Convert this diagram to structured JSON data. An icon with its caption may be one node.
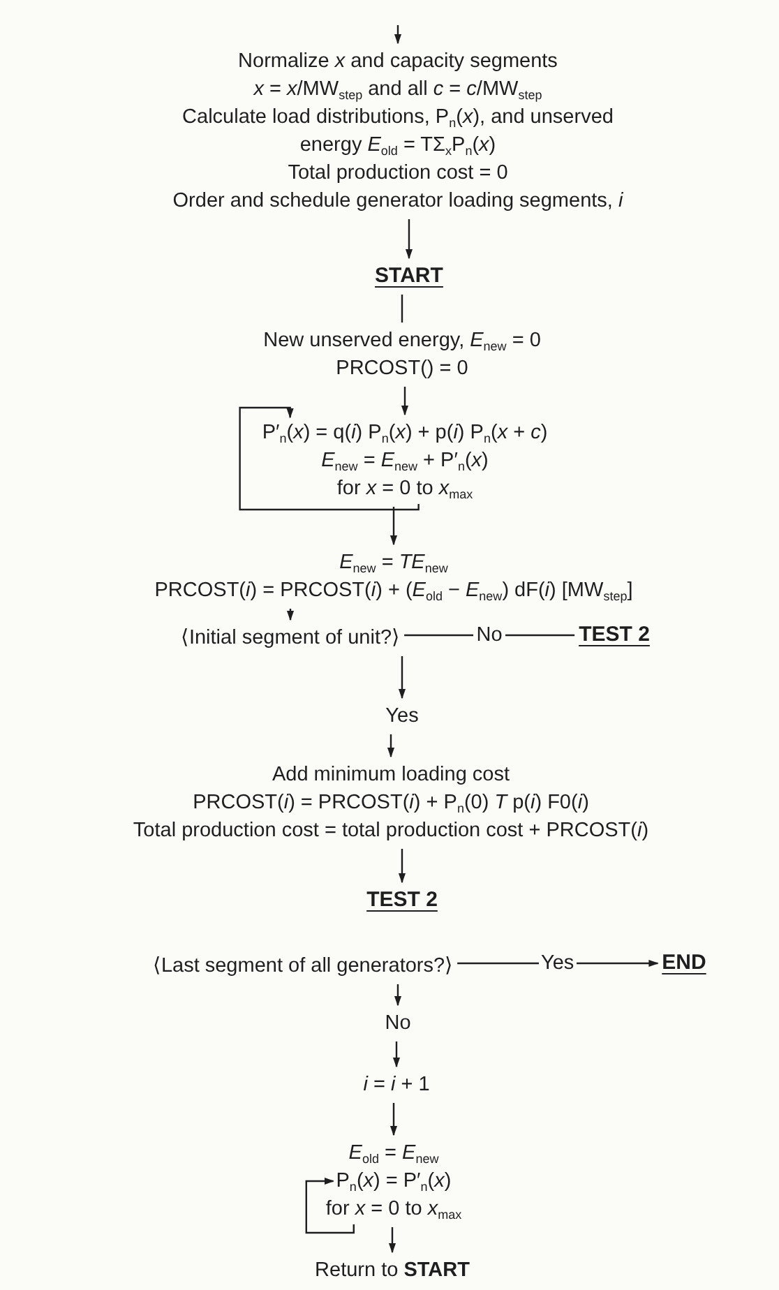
{
  "diagram": {
    "nodes": [
      {
        "text": [
          "Normalize *x* and capacity segments",
          "*x* = *x*/MW$_{step}$ and all *c* = *c*/MW$_{step}$",
          "Calculate load distributions, P$_{n}$(*x*), and unserved energy *E*$_{old}$ = TΣ$_{x}$P$_{n}$(*x*)",
          "Total production cost = 0",
          "Order and schedule generator loading segments, *i*"
        ]
      },
      {
        "text": [
          "START"
        ]
      },
      {
        "text": [
          "New unserved energy, *E*$_{new}$ = 0",
          "PRCOST() = 0"
        ]
      },
      {
        "text": [
          "P′$_{n}$(*x*) = q(*i*) P$_{n}$(*x*) + p(*i*) P$_{n}$(*x* + *c*)",
          "*E*$_{new}$ = *E*$_{new}$ + P′$_{n}$(*x*)",
          "for *x* = 0 to *x*$_{max}$"
        ]
      },
      {
        "text": [
          "*E*$_{new}$ = *TE*$_{new}$",
          "PRCOST(*i*) = PRCOST(*i*) + (*E*$_{old}$ − *E*$_{new}$) dF(*i*) [MW$_{step}$]"
        ]
      },
      {
        "text": [
          "⟨Initial segment of unit?⟩"
        ]
      },
      {
        "text": [
          "TEST 2"
        ]
      },
      {
        "text": [
          "Yes"
        ]
      },
      {
        "text": [
          "Add minimum loading cost",
          "PRCOST(*i*) = PRCOST(*i*) + P$_{n}$(0) *T* p(*i*) F0(*i*)",
          "Total production cost = total production cost + PRCOST(*i*)"
        ]
      },
      {
        "text": [
          "TEST 2"
        ]
      },
      {
        "text": [
          "⟨Last segment of all generators?⟩"
        ]
      },
      {
        "text": [
          "END"
        ]
      },
      {
        "text": [
          "No"
        ]
      },
      {
        "text": [
          "*i* = *i* + 1"
        ]
      },
      {
        "text": [
          "*E*$_{old}$ = *E*$_{new}$",
          "P$_{n}$(*x*) = P′$_{n}$(*x*)",
          "for *x* = 0 to *x*$_{max}$"
        ]
      },
      {
        "text": [
          "Return to **START**"
        ]
      }
    ],
    "edges": [
      {
        "from": null,
        "to": 0,
        "arrow": "to"
      },
      {
        "from": 0,
        "to": 1,
        "arrow": "to"
      },
      {
        "from": 1,
        "to": 2,
        "arrow": "none"
      },
      {
        "from": 2,
        "to": 3,
        "arrow": "to"
      },
      {
        "from": 3,
        "to": 3,
        "arrow": "to"
      },
      {
        "from": 3,
        "to": 4,
        "arrow": "to"
      },
      {
        "from": 4,
        "to": 5,
        "arrow": "to"
      },
      {
        "from": 5,
        "to": 6,
        "label": "No",
        "arrow": "none"
      },
      {
        "from": 5,
        "to": 7,
        "arrow": "to"
      },
      {
        "from": 7,
        "to": 8,
        "arrow": "to"
      },
      {
        "from": 8,
        "to": 9,
        "arrow": "to"
      },
      {
        "from": 10,
        "to": 11,
        "label": "Yes",
        "arrow": "to"
      },
      {
        "from": 10,
        "to": 12,
        "arrow": "to"
      },
      {
        "from": 12,
        "to": 13,
        "arrow": "to"
      },
      {
        "from": 13,
        "to": 14,
        "arrow": "to"
      },
      {
        "from": 14,
        "to": 14,
        "arrow": "to"
      },
      {
        "from": 14,
        "to": 15,
        "arrow": "to"
      }
    ]
  }
}
